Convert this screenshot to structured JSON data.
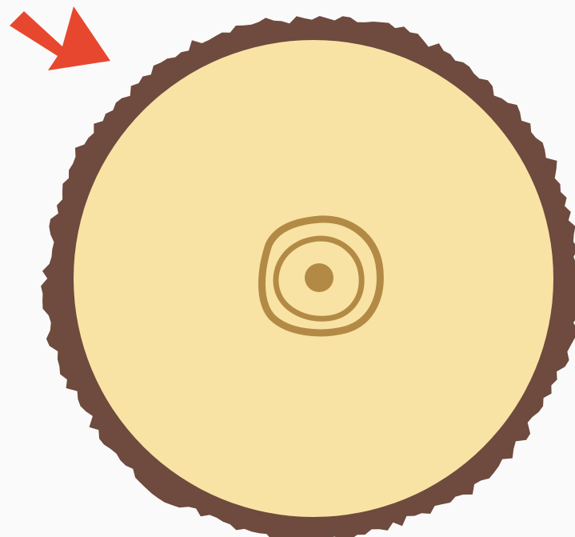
{
  "colors": {
    "background": "#fafafa",
    "bark": "#6f4a3e",
    "wood": "#f8e3a5",
    "rings": "#b38a45",
    "arrow": "#e8472f"
  },
  "diagram": {
    "subject": "tree-trunk-cross-section",
    "growth_rings_visible": 2,
    "pith": true,
    "pointer": {
      "icon": "arrow-icon",
      "points_to": "bark"
    }
  }
}
